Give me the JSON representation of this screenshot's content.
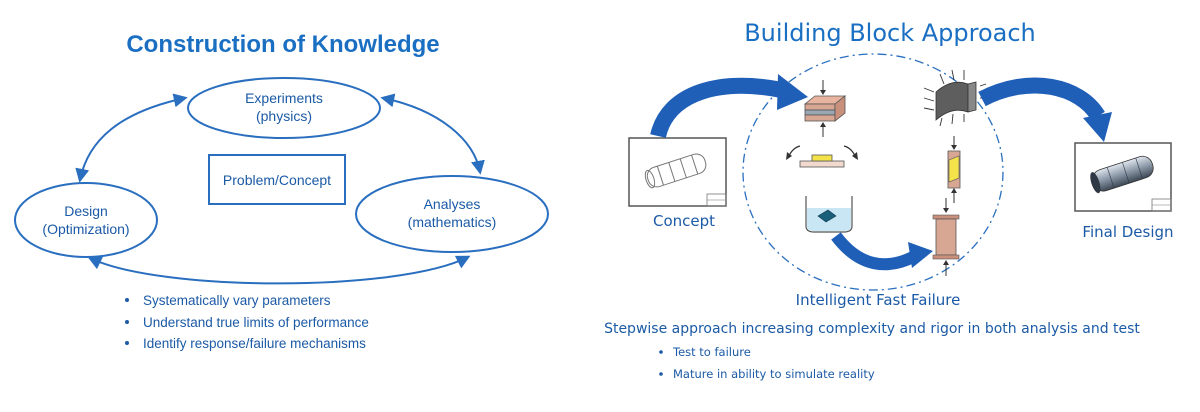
{
  "left": {
    "title": "Construction of Knowledge",
    "nodes": {
      "experiments": [
        "Experiments",
        "(physics)"
      ],
      "design": [
        "Design",
        "(Optimization)"
      ],
      "analyses": [
        "Analyses",
        "(mathematics)"
      ],
      "center": "Problem/Concept"
    },
    "bullets": [
      "Systematically vary parameters",
      "Understand true limits of performance",
      "Identify response/failure mechanisms"
    ]
  },
  "right": {
    "title": "Building Block Approach",
    "concept_label": "Concept",
    "final_label": "Final Design",
    "ellipse_label": "Intelligent Fast Failure",
    "stepwise": "Stepwise approach increasing complexity and rigor in both analysis and test",
    "bullets": [
      "Test to failure",
      "Mature in ability to simulate reality"
    ]
  },
  "colors": {
    "title_blue": "#1b6fc2",
    "text_blue": "#1b5aa6",
    "line_blue": "#2a6fbf",
    "arrow_blue": "#1f5fb8"
  }
}
